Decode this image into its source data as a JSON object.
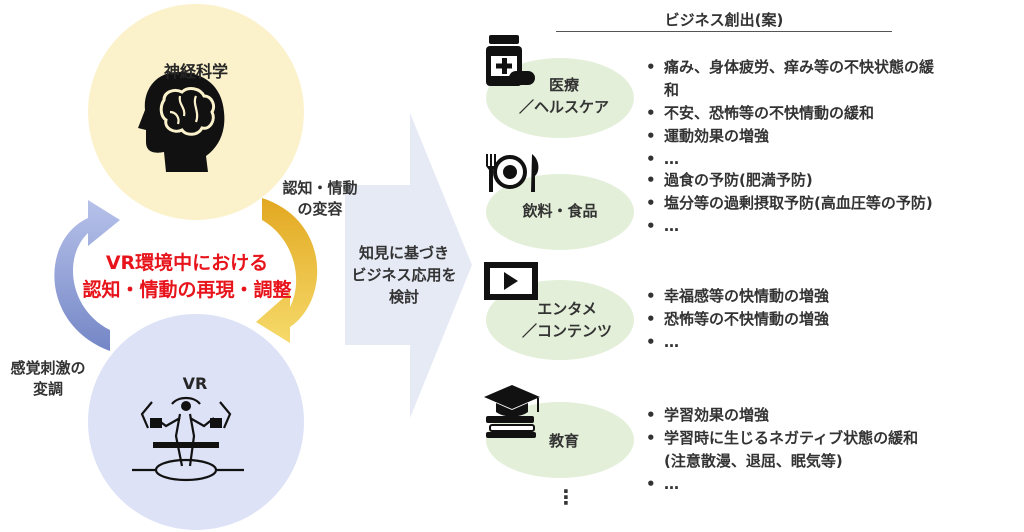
{
  "header": {
    "title": "ビジネス創出(案)"
  },
  "left": {
    "neuroscience": "神経科学",
    "vr": "VR",
    "center_line1": "VR環境中における",
    "center_line2": "認知・情動の再現・調整",
    "arrow_top_line1": "認知・情動",
    "arrow_top_line2": "の変容",
    "arrow_bottom_line1": "感覚刺激の",
    "arrow_bottom_line2": "変調"
  },
  "middle": {
    "line1": "知見に基づき",
    "line2": "ビジネス応用を",
    "line3": "検討"
  },
  "sectors": [
    {
      "label_line1": "医療",
      "label_line2": "／ヘルスケア",
      "items": [
        "痛み、身体疲労、痒み等の不快状態の緩",
        "不安、恐怖等の不快情動の緩和",
        "運動効果の増強",
        "…"
      ],
      "wrap_line": "和",
      "icon": "medicine-icon"
    },
    {
      "label_line1": "飲料・食品",
      "label_line2": "",
      "items": [
        "過食の予防(肥満予防)",
        "塩分等の過剰摂取予防(高血圧等の予防)",
        "…"
      ],
      "icon": "dining-icon"
    },
    {
      "label_line1": "エンタメ",
      "label_line2": "／コンテンツ",
      "items": [
        "幸福感等の快情動の増強",
        "恐怖等の不快情動の増強",
        "…"
      ],
      "icon": "video-play-icon"
    },
    {
      "label_line1": "教育",
      "label_line2": "",
      "items": [
        "学習効果の増強",
        "学習時に生じるネガティブ状態の緩和",
        "(注意散漫、退屈、眠気等)",
        "…"
      ],
      "icon": "graduation-cap-icon"
    }
  ],
  "more": "⋮",
  "colors": {
    "neuro_circle": "#fbf2cc",
    "vr_circle": "#dde2f6",
    "sector_oval": "#e3efd9",
    "big_arrow": "#e6eaf5",
    "center_text": "#e8141b",
    "arrow_yellow": "#f2c533",
    "arrow_blue": "#8e9fd6"
  }
}
